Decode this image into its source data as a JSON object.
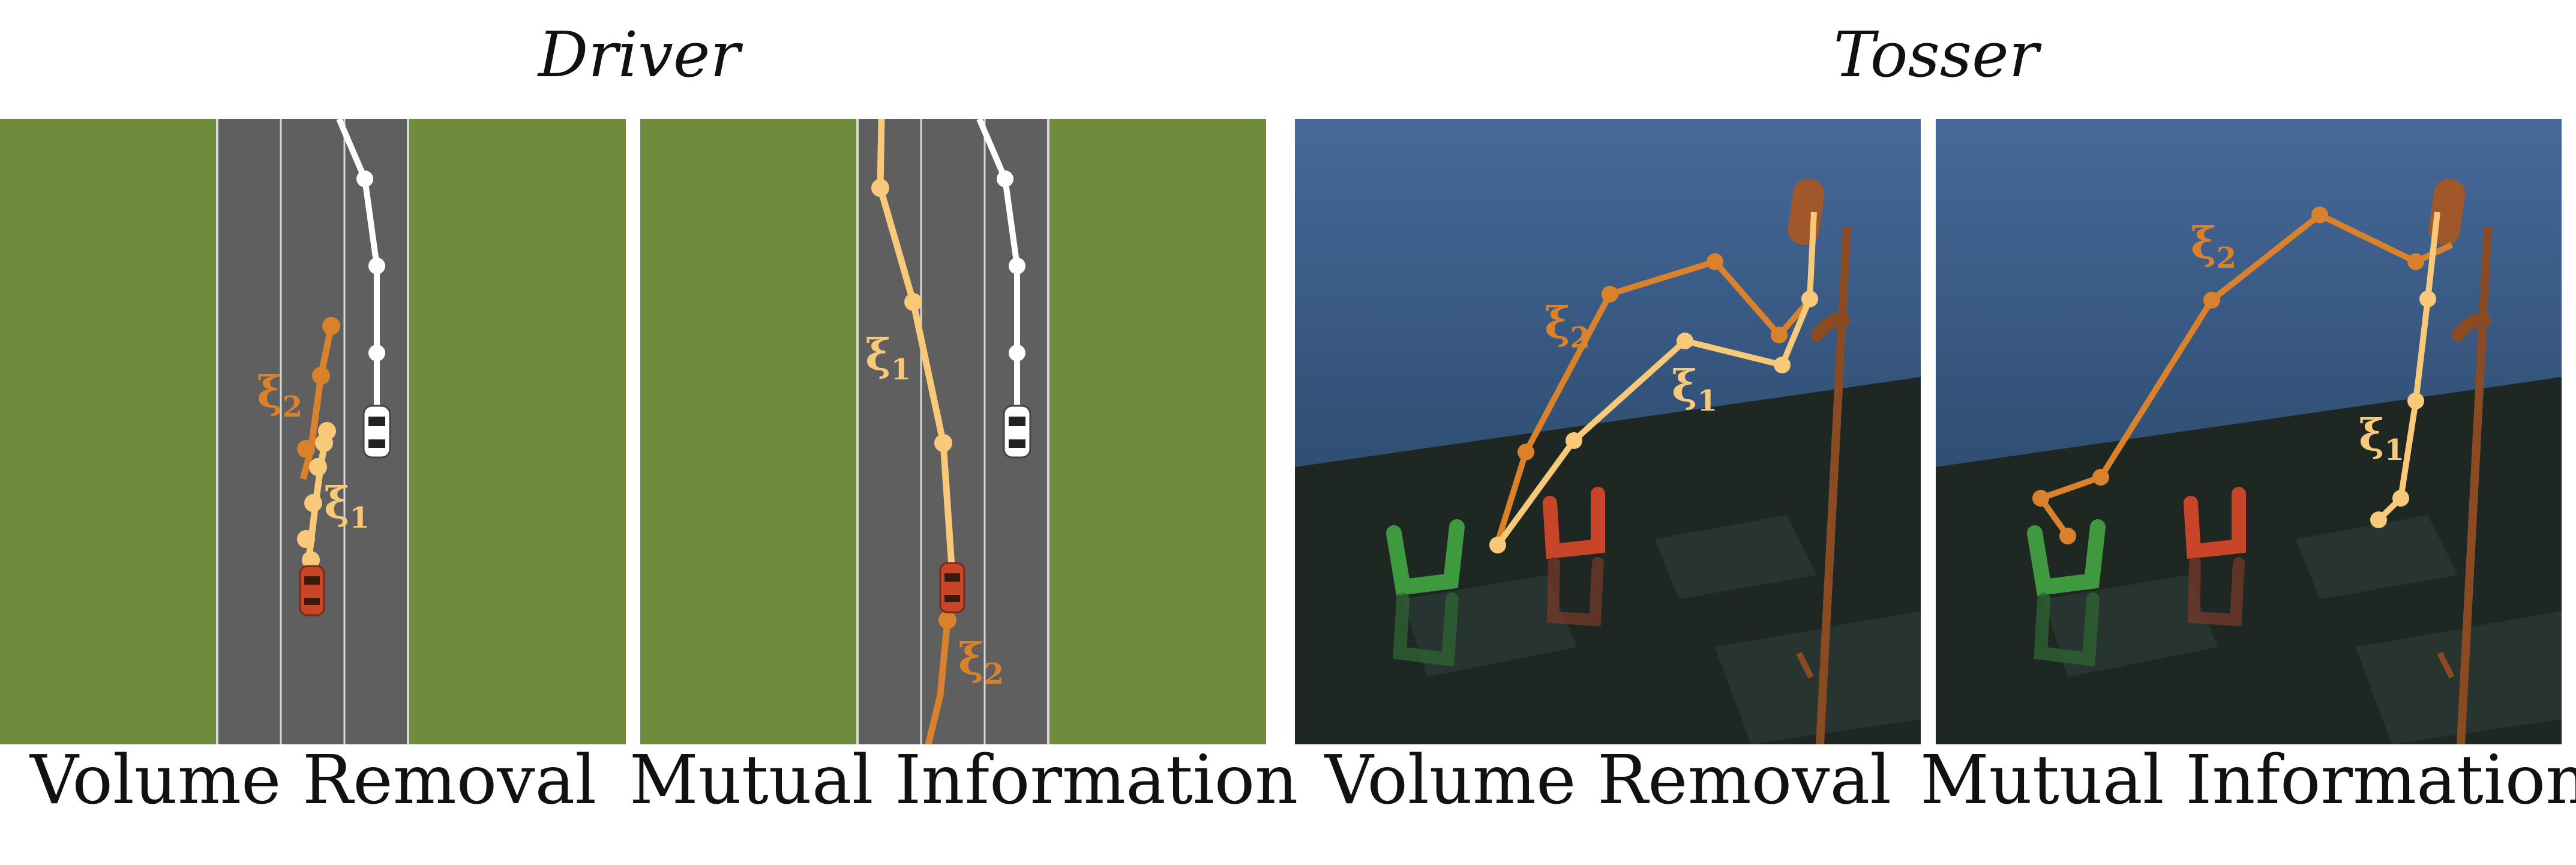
{
  "groups": {
    "driver_title": "Driver",
    "tosser_title": "Tosser"
  },
  "panels": [
    {
      "caption": "Volume Removal"
    },
    {
      "caption": "Mutual Information"
    },
    {
      "caption": "Volume Removal"
    },
    {
      "caption": "Mutual Information"
    }
  ],
  "trajectory_labels": {
    "xi1": "ξ",
    "xi1_sub": "1",
    "xi2": "ξ",
    "xi2_sub": "2"
  },
  "colors": {
    "xi1": "#f9c97a",
    "xi2": "#d9822b",
    "human_car_path": "#ffffff",
    "grass": "#6f8c3c",
    "road": "#5f5f5f",
    "sky": "#3c5f86",
    "floor": "#1e2722",
    "green_basket": "#3f9a3f",
    "red_basket": "#c8452a",
    "robot_arm": "#8a4a22"
  }
}
